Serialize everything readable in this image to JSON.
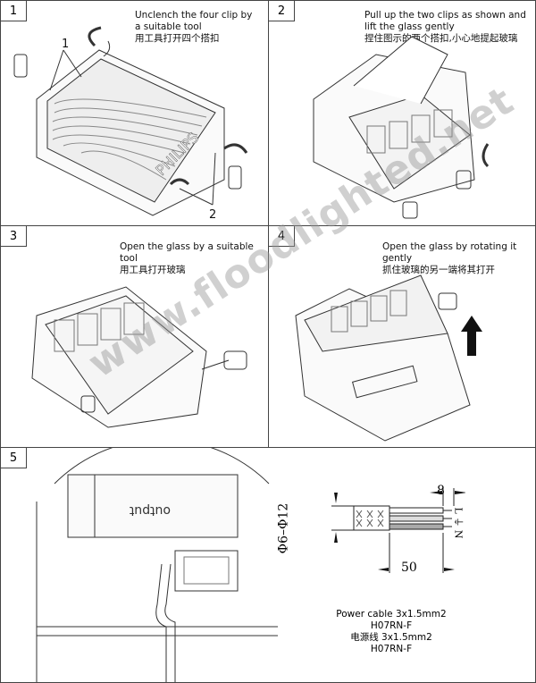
{
  "steps": [
    {
      "number": "1",
      "text_en": "Unclench the four clip by a suitable tool",
      "text_zh": "用工具打开四个搭扣",
      "callouts": [
        "1",
        "2"
      ],
      "brand": "PHILIPS"
    },
    {
      "number": "2",
      "text_en": "Pull up the two clips as shown and lift the glass gently",
      "text_zh": "捏住图示的两个搭扣,小心地提起玻璃"
    },
    {
      "number": "3",
      "text_en": "Open the glass by a suitable tool",
      "text_zh": "用工具打开玻璃"
    },
    {
      "number": "4",
      "text_en": "Open the glass by rotating it gently",
      "text_zh": "抓住玻璃的另一端将其打开"
    },
    {
      "number": "5",
      "driver_label": "output"
    }
  ],
  "cable": {
    "dim_length": "50",
    "dim_strip": "8",
    "dim_diameter": "Φ6–Φ12",
    "terminals": "L ⏚ N",
    "spec_en": "Power cable 3x1.5mm2",
    "type_en": "H07RN-F",
    "spec_zh": "电源线 3x1.5mm2",
    "type_zh": "H07RN-F"
  },
  "watermark": "www.floodlighted.net"
}
